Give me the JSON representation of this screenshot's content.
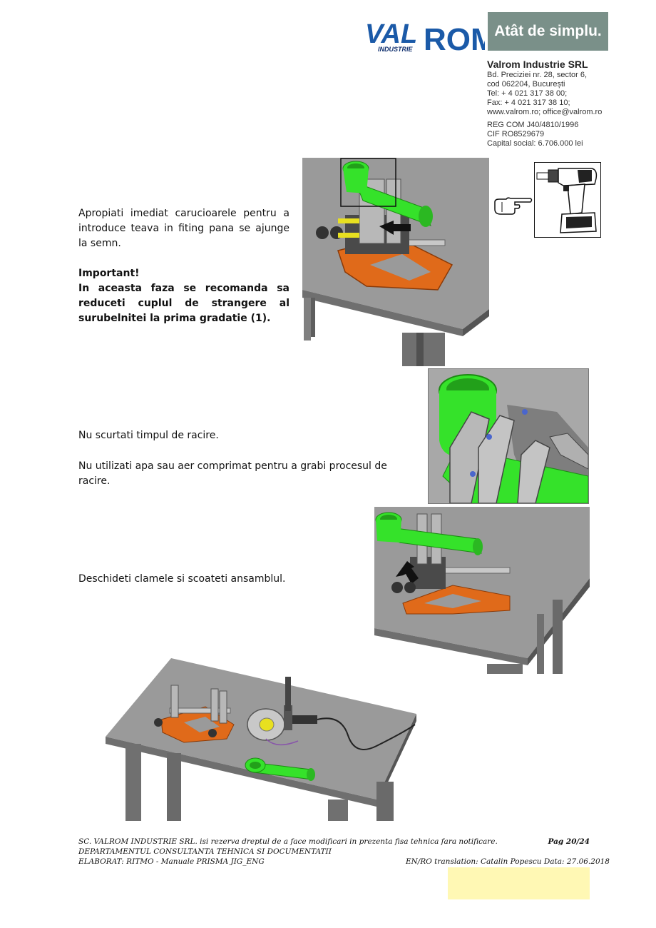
{
  "header": {
    "logo_main": "VAL",
    "logo_rom": "ROM",
    "logo_sub": "INDUSTRIE",
    "tagline": "Atât de simplu.",
    "company_name": "Valrom Industrie SRL",
    "address_lines": [
      "Bd. Preciziei nr. 28, sector 6,",
      "cod 062204, București",
      "Tel:   + 4 021 317 38 00;",
      "Fax: + 4 021 317 38 10;",
      "www.valrom.ro;  office@valrom.ro"
    ],
    "registry_lines": [
      "REG COM J40/4810/1996",
      "CIF RO8529679",
      "Capital social: 6.706.000 lei"
    ],
    "brand_colors": {
      "blue": "#1b5aa8",
      "navy": "#0f2f6e",
      "tag_bg": "#7a9089"
    }
  },
  "step1": {
    "text": "Apropiati imediat carucioarele pentru a introduce teava in fiting pana se ajunge la semn.",
    "important_title": "Important!",
    "important_text": "In aceasta faza se recomanda sa reduceti cuplul de strangere al surubelnitei la prima gradatie (1)."
  },
  "step2": {
    "line1": "Nu scurtati timpul de racire.",
    "line2": "Nu utilizati apa sau aer comprimat pentru a grabi procesul de racire."
  },
  "step3": {
    "text": "Deschideti clamele si scoateti ansamblul."
  },
  "illustration_colors": {
    "pipe": "#35e22a",
    "frame": "#e06a1a",
    "table": "#999999",
    "metal": "#c8c8c8"
  },
  "footer": {
    "line1": "SC. VALROM INDUSTRIE SRL. isi rezerva dreptul de a face modificari in prezenta fisa tehnica fara notificare.",
    "page": "Pag 20/24",
    "line2": "DEPARTAMENTUL CONSULTANTA TEHNICA SI DOCUMENTATII",
    "line3_left": "ELABORAT: RITMO - Manuale PRISMA JIG_ENG",
    "line3_right": "EN/RO translation: Catalin Popescu Data: 27.06.2018"
  }
}
